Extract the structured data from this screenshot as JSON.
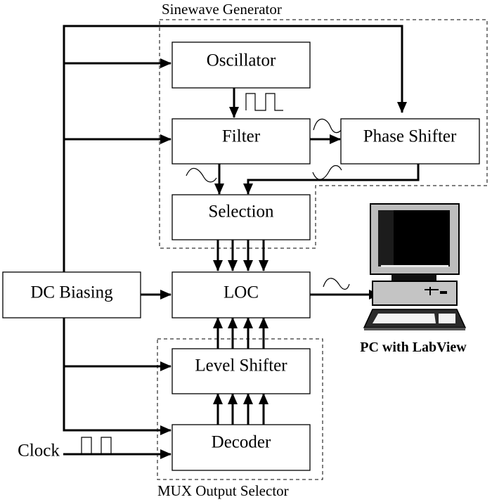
{
  "diagram": {
    "groups": {
      "sinewave_generator": "Sinewave Generator",
      "mux_output_selector": "MUX Output Selector"
    },
    "blocks": {
      "oscillator": "Oscillator",
      "filter": "Filter",
      "phase_shifter": "Phase Shifter",
      "selection": "Selection",
      "dc_biasing": "DC Biasing",
      "loc": "LOC",
      "level_shifter": "Level Shifter",
      "decoder": "Decoder"
    },
    "inputs": {
      "clock": "Clock"
    },
    "pc": {
      "label": "PC with LabView"
    },
    "connections": [
      {
        "from": "DC Biasing",
        "to": "Oscillator"
      },
      {
        "from": "DC Biasing",
        "to": "Filter"
      },
      {
        "from": "DC Biasing",
        "to": "Phase Shifter"
      },
      {
        "from": "DC Biasing",
        "to": "LOC"
      },
      {
        "from": "DC Biasing",
        "to": "Level Shifter"
      },
      {
        "from": "DC Biasing",
        "to": "Decoder"
      },
      {
        "from": "Oscillator",
        "to": "Filter",
        "signal": "square"
      },
      {
        "from": "Filter",
        "to": "Phase Shifter",
        "signal": "sine"
      },
      {
        "from": "Filter",
        "to": "Selection",
        "signal": "sine"
      },
      {
        "from": "Phase Shifter",
        "to": "Selection",
        "signal": "sine"
      },
      {
        "from": "Selection",
        "to": "LOC",
        "lines": 4
      },
      {
        "from": "Level Shifter",
        "to": "LOC",
        "lines": 4
      },
      {
        "from": "Decoder",
        "to": "Level Shifter",
        "lines": 4
      },
      {
        "from": "Clock",
        "to": "Decoder",
        "signal": "square"
      },
      {
        "from": "LOC",
        "to": "PC with LabView",
        "signal": "sine"
      }
    ]
  }
}
